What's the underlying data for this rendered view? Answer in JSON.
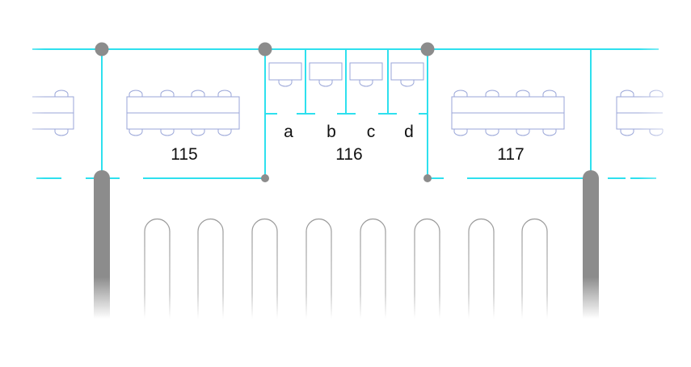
{
  "colors": {
    "wall": "#2ee0ee",
    "column": "#8c8c8c",
    "furniture": "#9aa6d8",
    "background": "#ffffff"
  },
  "rooms": {
    "r115": "115",
    "r116": "116",
    "r117": "117"
  },
  "subrooms": {
    "a": "a",
    "b": "b",
    "c": "c",
    "d": "d"
  }
}
